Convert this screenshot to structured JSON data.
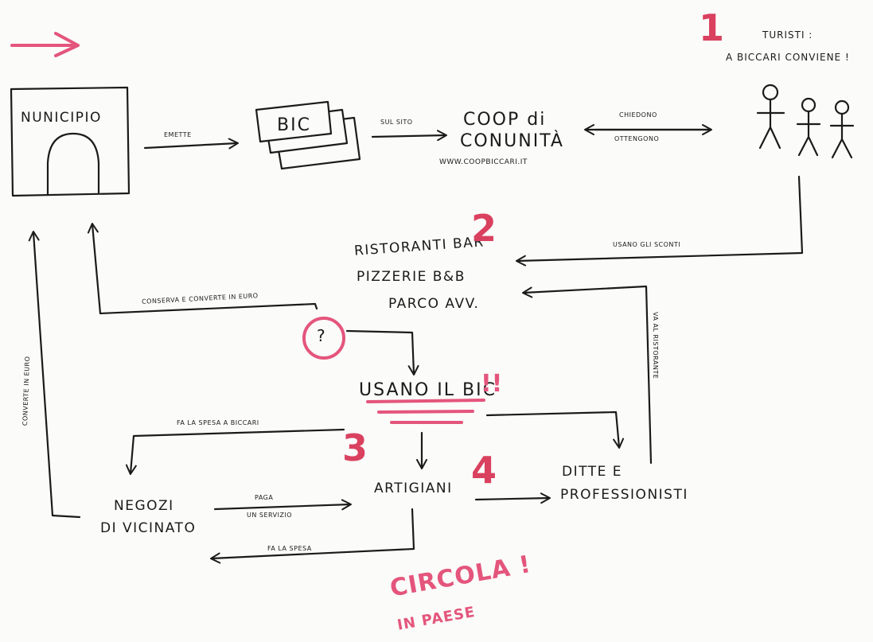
{
  "nodes": {
    "municipio": "NUNICIPIO",
    "bic": "BIC",
    "coop_line1": "COOP di",
    "coop_line2": "CONUNITÀ",
    "coop_site": "WWW.COOPBICCARI.IT",
    "turisti_line1": "TURISTI :",
    "turisti_line2": "A BICCARI CONVIENE !",
    "ristoranti_line1": "RISTORANTI BAR",
    "ristoranti_line2": "PIZZERIE B&B",
    "ristoranti_line3": "PARCO AVV.",
    "usano_bic": "USANO IL BIC",
    "usano_bic_exclaim": "!!",
    "negozi_line1": "NEGOZI",
    "negozi_line2": "DI VICINATO",
    "artigiani": "ARTIGIANI",
    "ditte_line1": "DITTE E",
    "ditte_line2": "PROFESSIONISTI",
    "question": "?"
  },
  "edge_labels": {
    "emette": "EMETTE",
    "sul_sito": "SUL SITO",
    "chiedono": "CHIEDONO",
    "ottengono": "OTTENGONO",
    "usano_sconti": "USANO GLI SCONTI",
    "conserva": "CONSERVA E CONVERTE IN EURO",
    "converte": "CONVERTE IN EURO",
    "va_ristorante": "VA AL RISTORANTE",
    "fa_spesa_biccari": "FA LA SPESA A BICCARI",
    "paga_line1": "PAGA",
    "paga_line2": "UN SERVIZIO",
    "fa_spesa": "FA LA SPESA"
  },
  "numbers": {
    "n1": "1",
    "n2": "2",
    "n3": "3",
    "n4": "4"
  },
  "footer": {
    "circola": "CIRCOLA !",
    "in_paese": "IN PAESE"
  },
  "colors": {
    "ink": "#1b1b1b",
    "accent": "#e4557c",
    "number": "#d9415f"
  }
}
